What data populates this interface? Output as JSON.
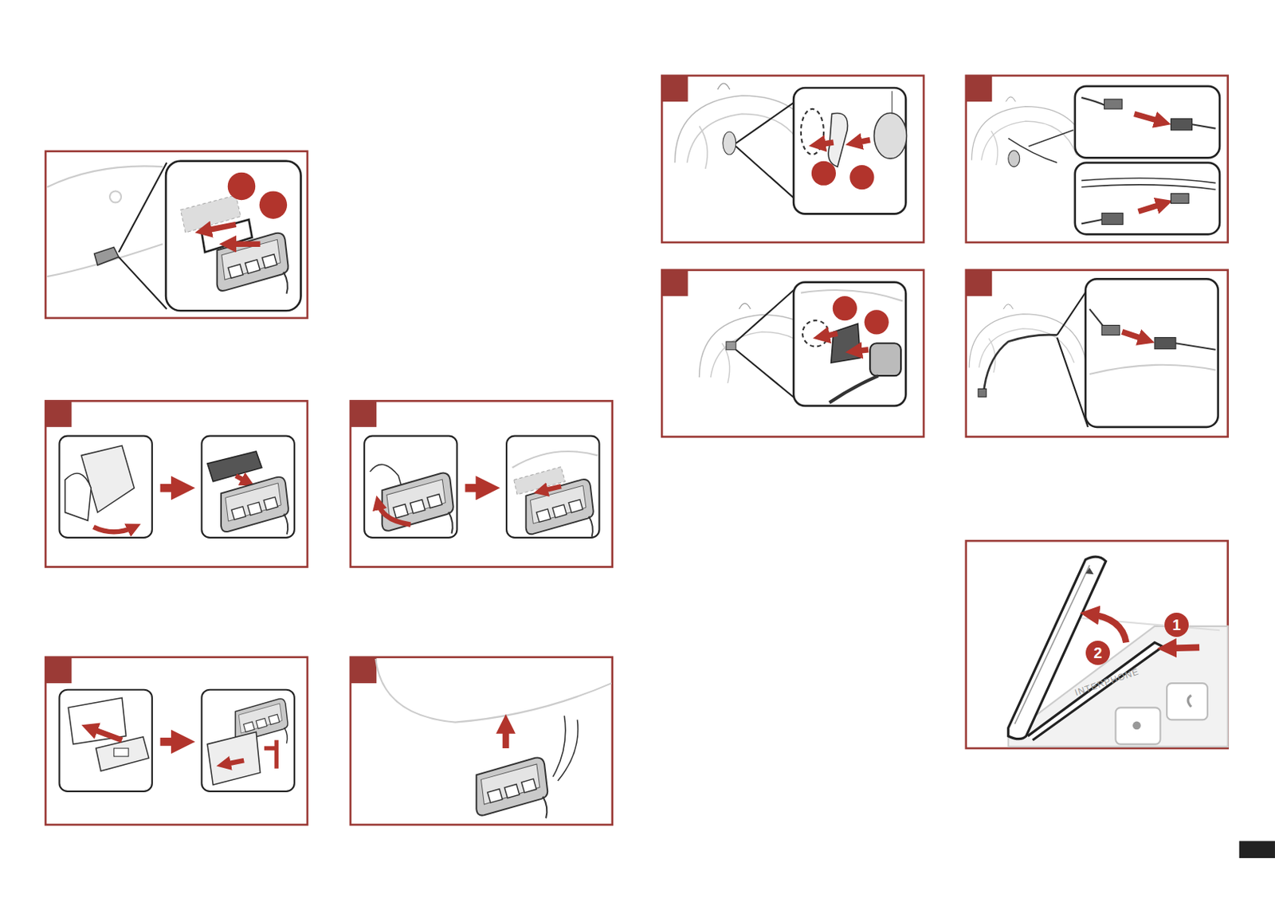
{
  "diagram": {
    "nodes": [
      {
        "text": [
          "1"
        ]
      },
      {
        "text": [
          "2"
        ]
      }
    ],
    "labels": [
      "INTERPHONE"
    ]
  }
}
